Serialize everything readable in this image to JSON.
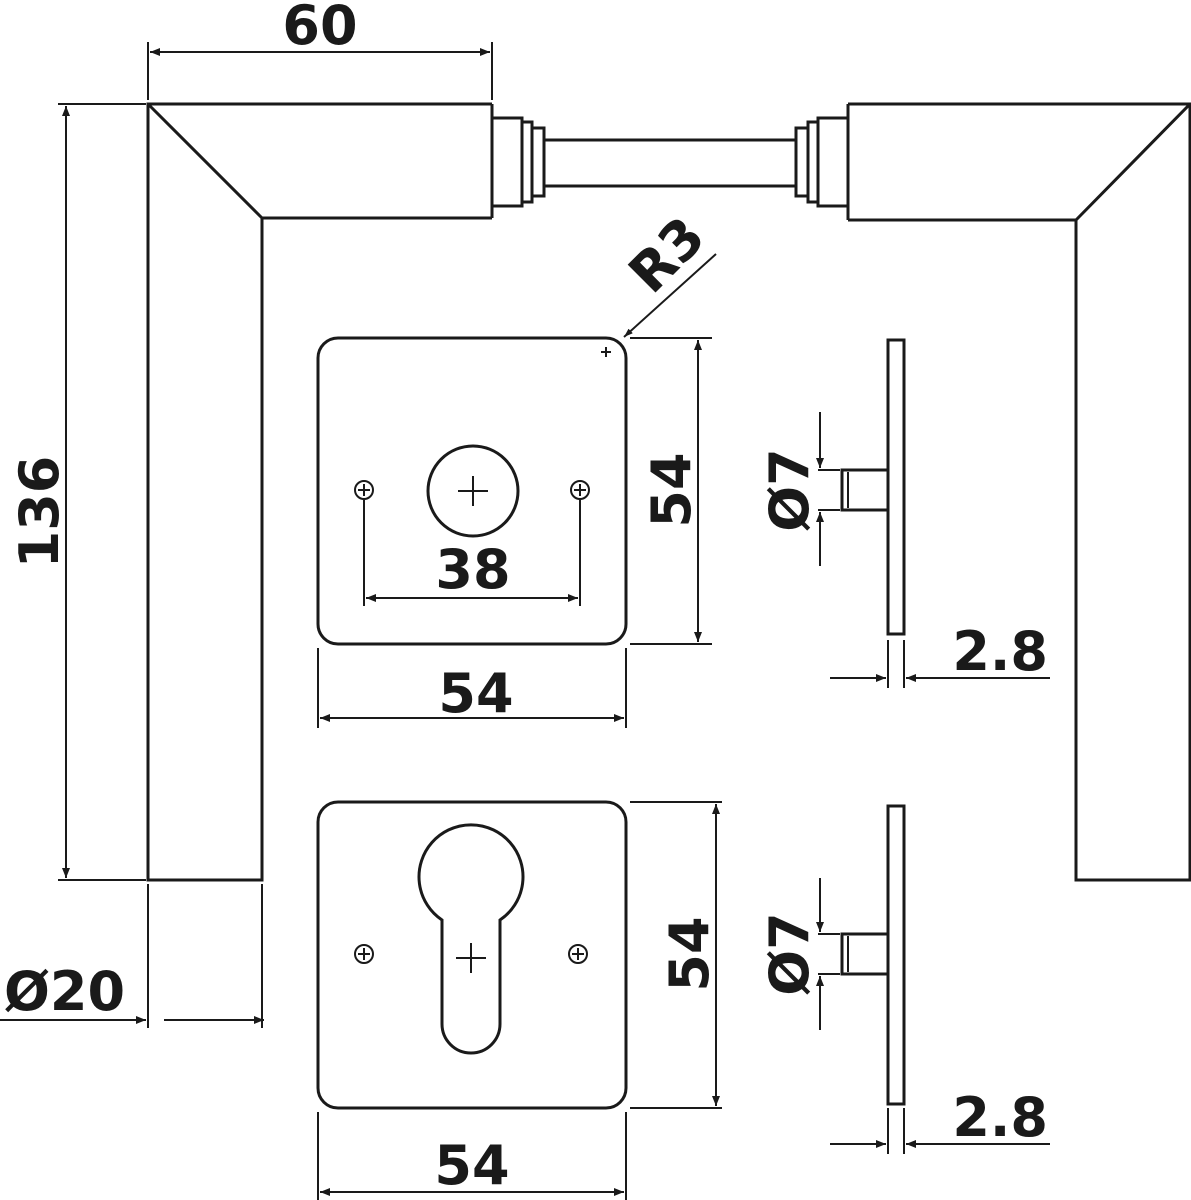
{
  "drawing": {
    "handle": {
      "width_label": "60",
      "height_label": "136",
      "diameter_label": "Ø20"
    },
    "rose_round": {
      "radius_label": "R3",
      "height_label": "54",
      "width_label": "54",
      "screw_spacing_label": "38",
      "spindle_label": "Ø7",
      "thickness_label": "2.8"
    },
    "rose_profile": {
      "height_label": "54",
      "width_label": "54",
      "spindle_label": "Ø7",
      "thickness_label": "2.8"
    },
    "colors": {
      "line": "#1a1a1a",
      "background": "#ffffff"
    }
  }
}
